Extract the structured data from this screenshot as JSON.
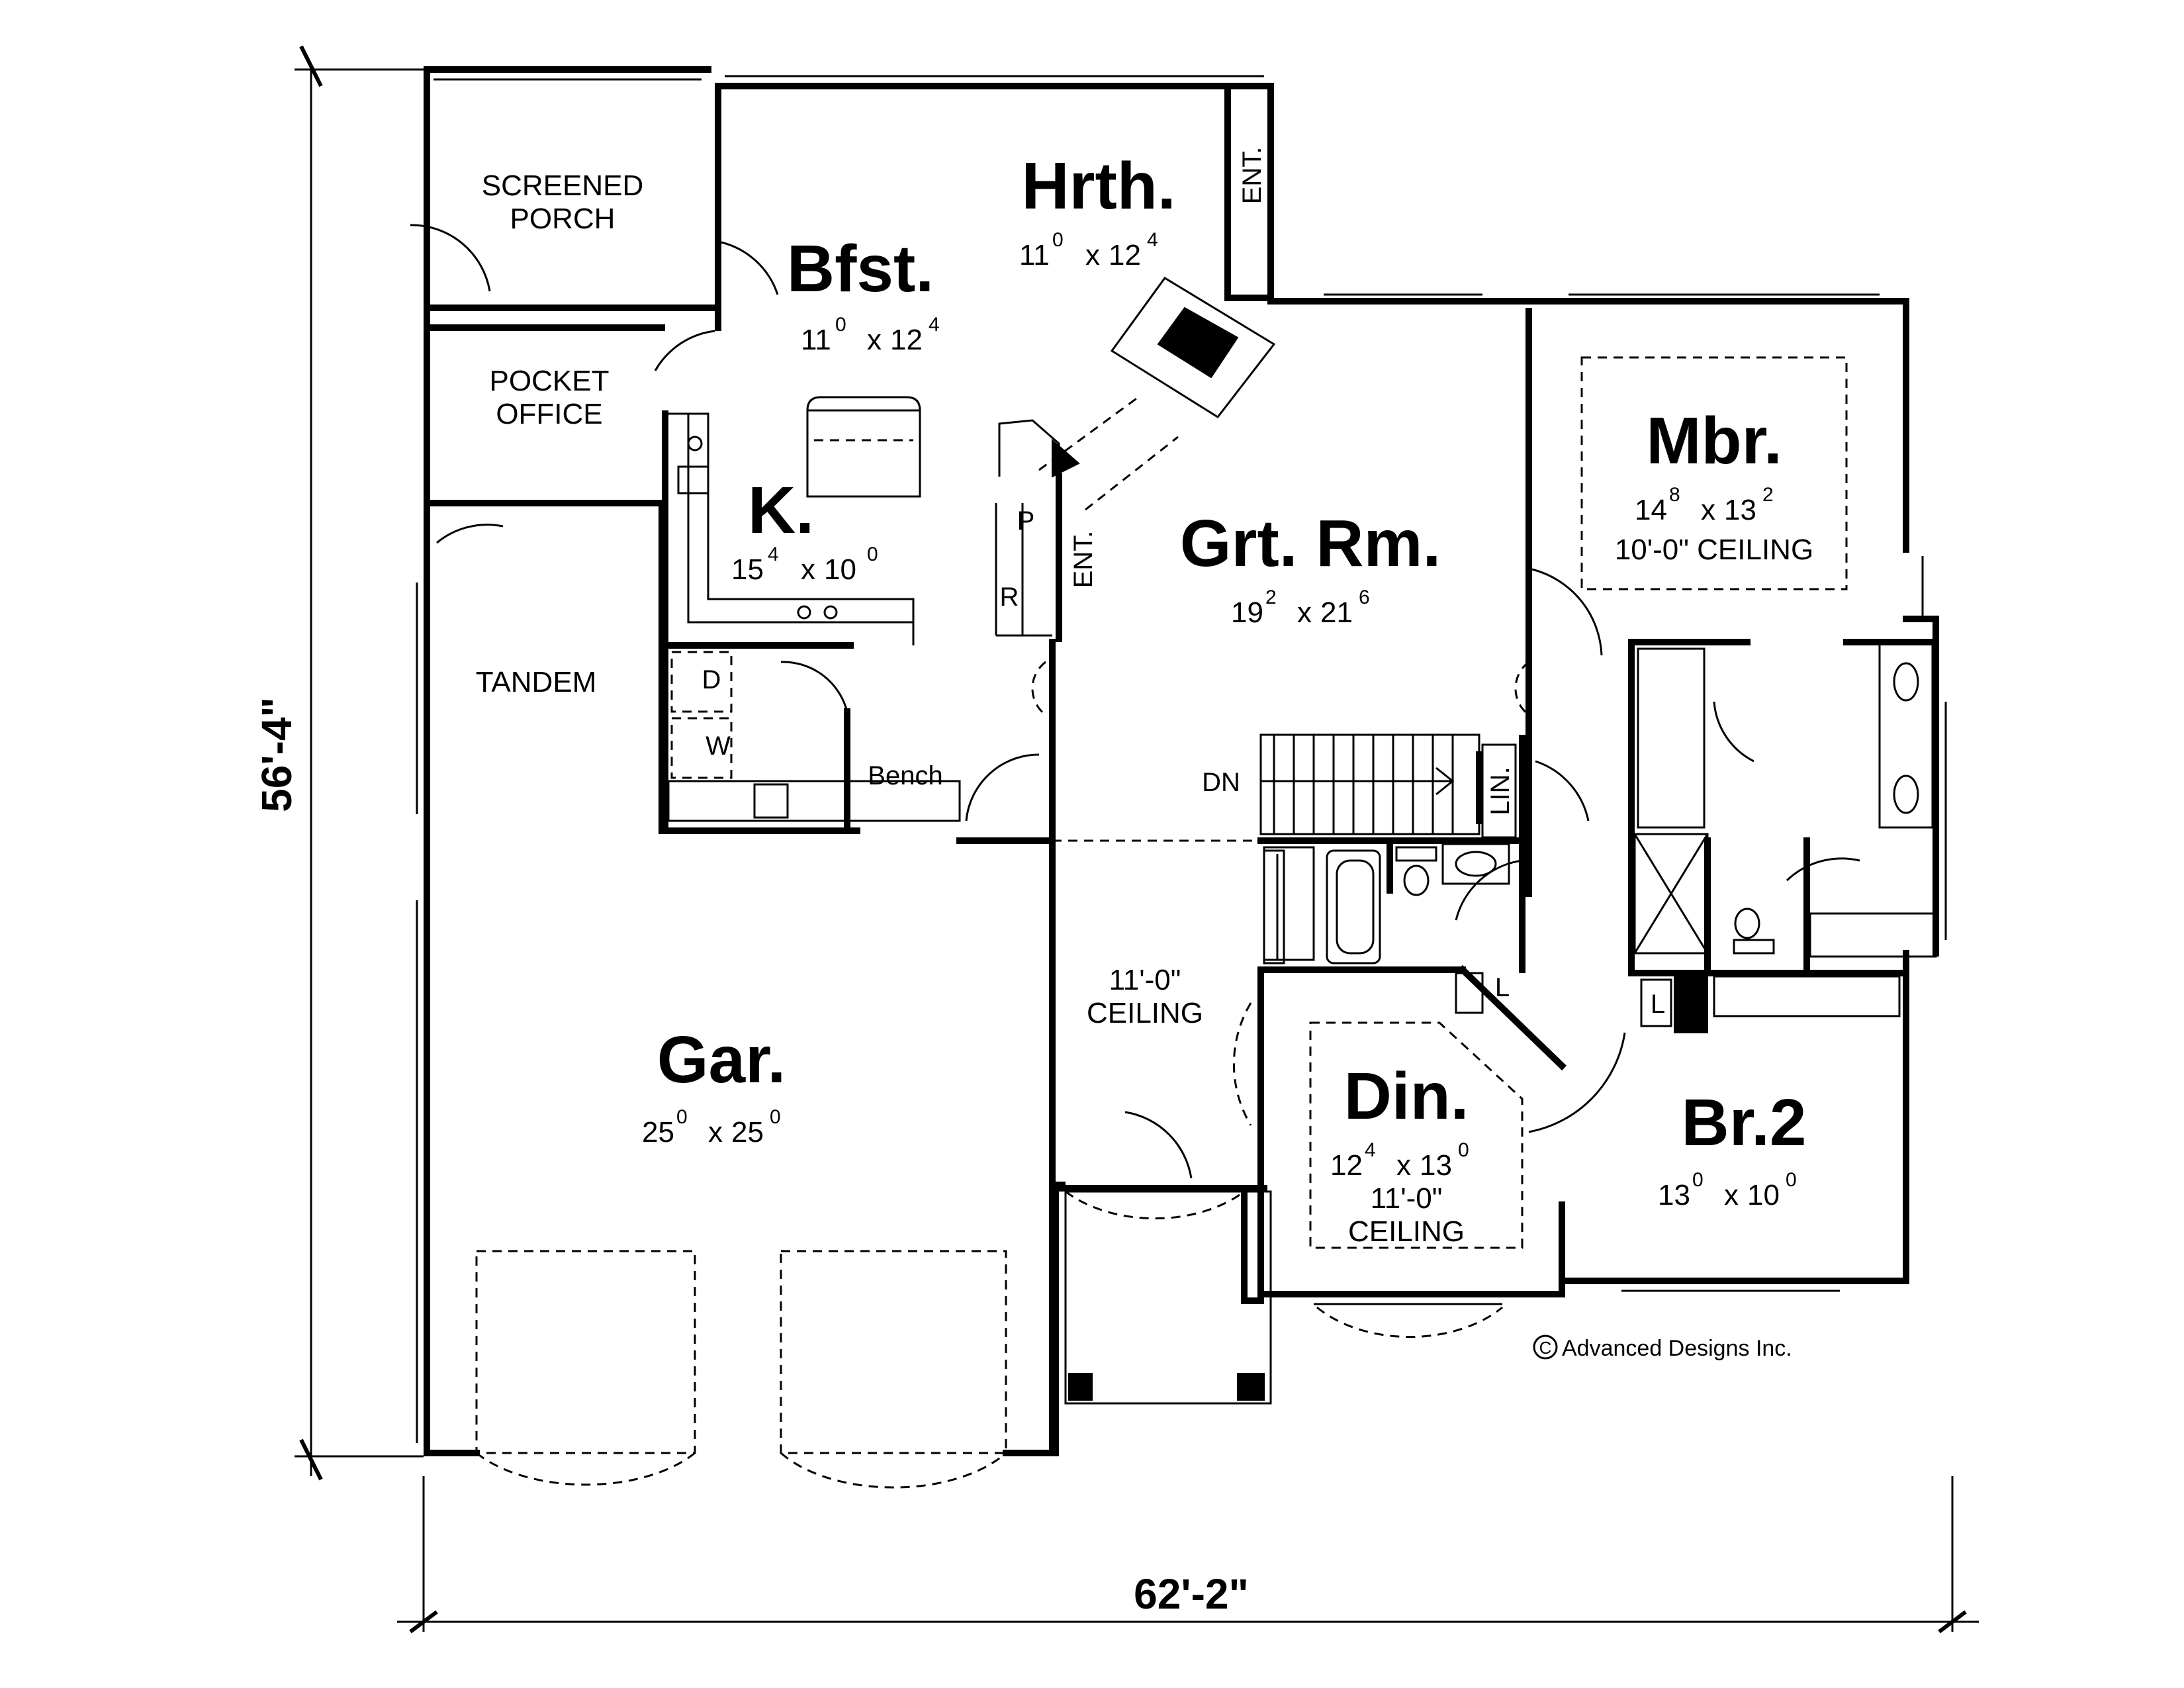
{
  "overall": {
    "depth": "56'-4\"",
    "width": "62'-2\""
  },
  "rooms": {
    "screened_porch": {
      "line1": "SCREENED",
      "line2": "PORCH"
    },
    "hearth": {
      "name": "Hrth.",
      "w": "11",
      "wi": "0",
      "d": "12",
      "di": "4",
      "x": "x"
    },
    "breakfast": {
      "name": "Bfst.",
      "w": "11",
      "wi": "0",
      "d": "12",
      "di": "4",
      "x": "x"
    },
    "pocket_office": {
      "line1": "POCKET",
      "line2": "OFFICE"
    },
    "kitchen": {
      "name": "K.",
      "w": "15",
      "wi": "4",
      "d": "10",
      "di": "0",
      "x": "x"
    },
    "great_room": {
      "name": "Grt. Rm.",
      "w": "19",
      "wi": "2",
      "d": "21",
      "di": "6",
      "x": "x"
    },
    "master": {
      "name": "Mbr.",
      "w": "14",
      "wi": "8",
      "d": "13",
      "di": "2",
      "x": "x",
      "ceiling": "10'-0\" CEILING"
    },
    "tandem": {
      "name": "TANDEM"
    },
    "garage": {
      "name": "Gar.",
      "w": "25",
      "wi": "0",
      "d": "25",
      "di": "0",
      "x": "x"
    },
    "foyer": {
      "line1": "11'-0\"",
      "line2": "CEILING"
    },
    "dining": {
      "name": "Din.",
      "w": "12",
      "wi": "4",
      "d": "13",
      "di": "0",
      "x": "x",
      "line1": "11'-0\"",
      "line2": "CEILING"
    },
    "bedroom2": {
      "name": "Br.2",
      "w": "13",
      "wi": "0",
      "d": "10",
      "di": "0",
      "x": "x"
    }
  },
  "labels": {
    "ent_hearth": "ENT.",
    "ent_great": "ENT.",
    "pantry": "P",
    "refrigerator": "R",
    "dryer": "D",
    "washer": "W",
    "bench": "Bench",
    "down": "DN",
    "linen": "LIN.",
    "linen_bath": "L",
    "linen_hall": "L"
  },
  "copyright": "Advanced Designs Inc.",
  "copyright_symbol": "C"
}
